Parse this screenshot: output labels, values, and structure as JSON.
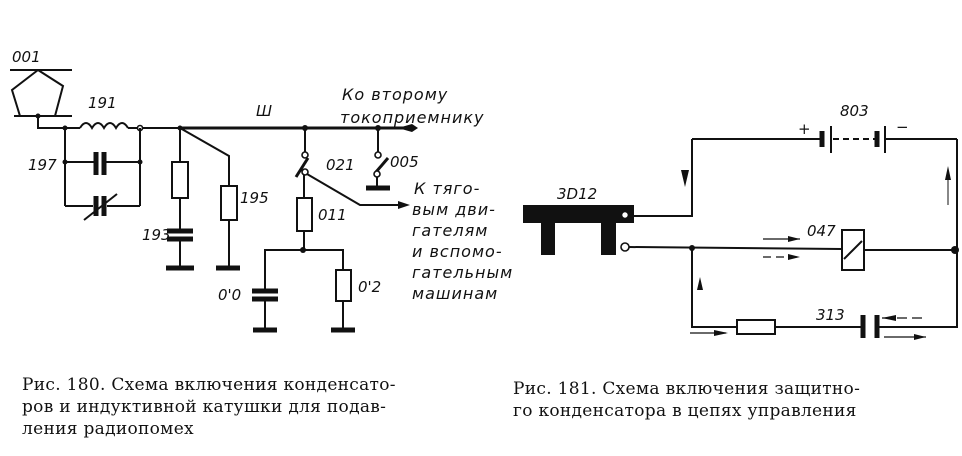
{
  "fig180": {
    "labels": {
      "antenna": "001",
      "inductor": "191",
      "capacitor_group": "197",
      "bus": "Ш",
      "fuse_cap": "193",
      "resistor": "195",
      "switch": "021",
      "fuse": "011",
      "capacitor2": "0'0",
      "resistor2": "0'2",
      "switch2": "005"
    },
    "to_second_collector": [
      "Ко второму",
      "токоприемнику"
    ],
    "to_motors": [
      "К тяго-",
      "вым дви-",
      "гателям",
      "и вспомо-",
      "гательным",
      "машинам"
    ],
    "caption": [
      "Рис. 180. Схема включения конденсато-",
      "ров и индуктивной катушки для подав-",
      "ления радиопомех"
    ]
  },
  "fig181": {
    "labels": {
      "battery": "803",
      "plus": "+",
      "minus": "−",
      "switch": "3D12",
      "relay": "047",
      "capacitor": "313"
    },
    "caption": [
      "Рис. 181. Схема включения защитно-",
      "го конденсатора в цепях управления"
    ]
  }
}
